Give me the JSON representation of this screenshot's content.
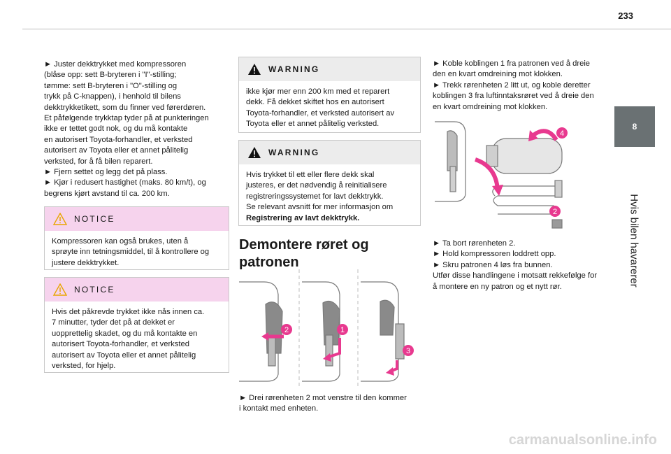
{
  "page": {
    "number": "233",
    "chapter_number": "8",
    "chapter_title": "Hvis bilen havarerer"
  },
  "col1": {
    "lines": [
      "► Juster dekktrykket med kompressoren",
      "(blåse opp: sett B-bryteren i \"I\"-stilling;",
      "tømme: sett B-bryteren i \"O\"-stilling og",
      "trykk på C-knappen), i henhold til bilens",
      "dekktrykketikett, som du finner ved førerdøren.",
      "Et påfølgende trykktap tyder på at punkteringen",
      "ikke er tettet godt nok, og du må kontakte",
      "en autorisert Toyota-forhandler, et verksted",
      "autorisert av Toyota eller et annet pålitelig",
      "verksted, for å få bilen reparert.",
      "► Fjern settet og legg det på plass.",
      "► Kjør i redusert hastighet (maks. 80 km/t), og",
      "begrens kjørt avstand til ca. 200 km."
    ],
    "notice1": {
      "title": "NOTICE",
      "lines": [
        "Kompressoren kan også brukes, uten å",
        "sprøyte inn tetningsmiddel, til å kontrollere og",
        "justere dekktrykket."
      ]
    },
    "notice2": {
      "title": "NOTICE",
      "lines": [
        "Hvis det påkrevde trykket ikke nås innen ca.",
        "7 minutter, tyder det på at dekket er",
        "uopprettelig skadet, og du må kontakte en",
        "autorisert Toyota-forhandler, et verksted",
        "autorisert av Toyota eller et annet pålitelig",
        "verksted, for hjelp."
      ]
    }
  },
  "col2": {
    "warning1": {
      "title": "WARNING",
      "lines": [
        "ikke kjør mer enn 200 km med et reparert",
        "dekk. Få dekket skiftet hos en autorisert",
        "Toyota-forhandler, et verksted autorisert av",
        "Toyota eller et annet pålitelig verksted."
      ]
    },
    "warning2": {
      "title": "WARNING",
      "lines": [
        "Hvis trykket til ett eller flere dekk skal",
        "justeres, er det nødvendig å reinitialisere",
        "registreringssystemet for lavt dekktrykk.",
        "Se relevant avsnitt for mer informasjon om",
        "Registrering av lavt dekktrykk."
      ]
    },
    "heading_lines": [
      "Demontere røret og",
      "patronen"
    ],
    "illus_labels": [
      "2",
      "1",
      "3"
    ],
    "caption_lines": [
      "► Drei rørenheten 2 mot venstre til den kommer",
      "i kontakt med enheten."
    ]
  },
  "col3": {
    "lines_top": [
      "► Koble koblingen 1 fra patronen ved å dreie",
      "den en kvart omdreining mot klokken.",
      "► Trekk rørenheten 2 litt ut, og koble deretter",
      "koblingen 3 fra luftinntaksrøret ved å dreie den",
      "en kvart omdreining mot klokken."
    ],
    "illus_labels": [
      "4",
      "2"
    ],
    "lines_bottom": [
      "► Ta bort rørenheten 2.",
      "► Hold kompressoren loddrett opp.",
      "► Skru patronen 4 løs fra bunnen.",
      "Utfør disse handlingene i motsatt rekkefølge for",
      "å montere en ny patron og et nytt rør."
    ]
  },
  "watermark": "carmanualsonline.info",
  "colors": {
    "notice_header": "#f6d3ed",
    "warning_header": "#ececec",
    "side_tab": "#6a7173",
    "callout": "#e8398f"
  }
}
